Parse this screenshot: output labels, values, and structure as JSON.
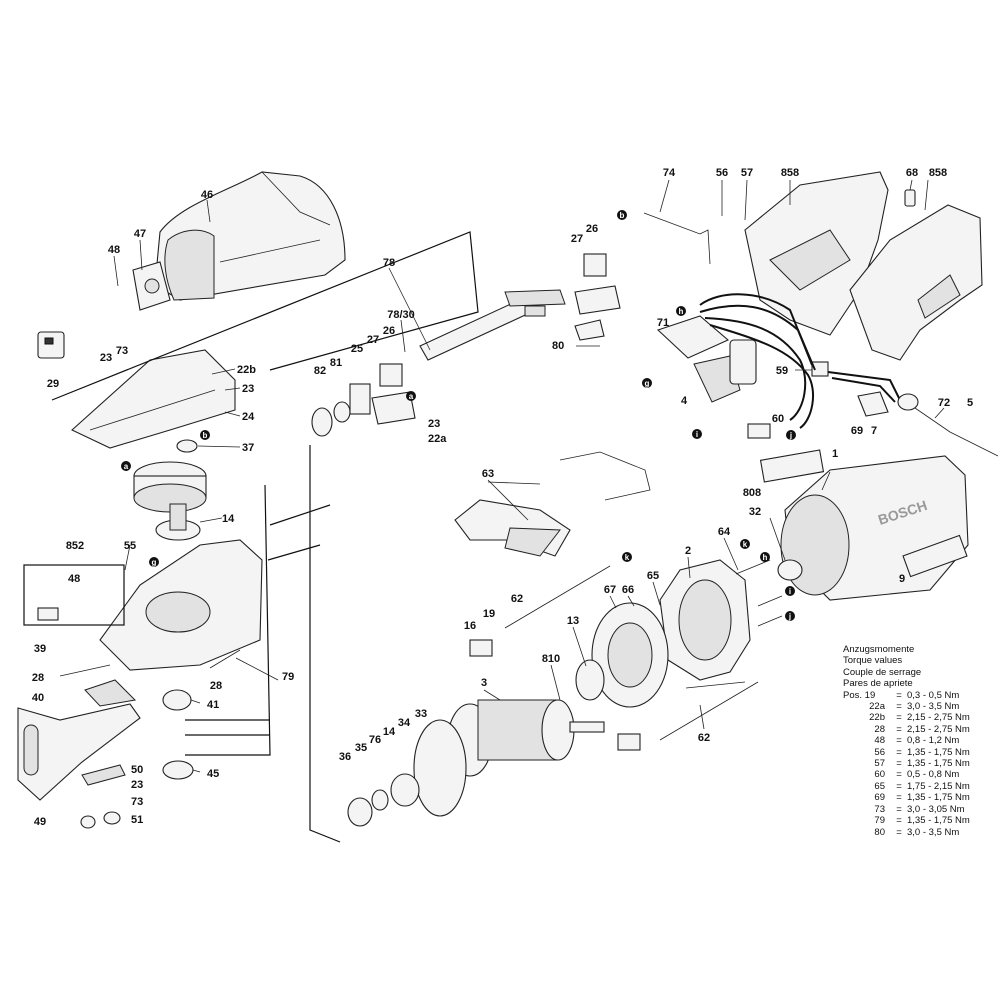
{
  "labels": [
    {
      "id": "46",
      "text": "46"
    },
    {
      "id": "47",
      "text": "47"
    },
    {
      "id": "48a",
      "text": "48"
    },
    {
      "id": "23a",
      "text": "23"
    },
    {
      "id": "73a",
      "text": "73"
    },
    {
      "id": "29",
      "text": "29"
    },
    {
      "id": "78",
      "text": "78"
    },
    {
      "id": "7830",
      "text": "78/30"
    },
    {
      "id": "22b",
      "text": "22b"
    },
    {
      "id": "23b",
      "text": "23"
    },
    {
      "id": "24",
      "text": "24"
    },
    {
      "id": "37",
      "text": "37"
    },
    {
      "id": "82",
      "text": "82"
    },
    {
      "id": "81",
      "text": "81"
    },
    {
      "id": "25",
      "text": "25"
    },
    {
      "id": "27a",
      "text": "27"
    },
    {
      "id": "26a",
      "text": "26"
    },
    {
      "id": "23c",
      "text": "23"
    },
    {
      "id": "22a",
      "text": "22a"
    },
    {
      "id": "27b",
      "text": "27"
    },
    {
      "id": "26b",
      "text": "26"
    },
    {
      "id": "80",
      "text": "80"
    },
    {
      "id": "74",
      "text": "74"
    },
    {
      "id": "56",
      "text": "56"
    },
    {
      "id": "57",
      "text": "57"
    },
    {
      "id": "858a",
      "text": "858"
    },
    {
      "id": "68",
      "text": "68"
    },
    {
      "id": "858b",
      "text": "858"
    },
    {
      "id": "71",
      "text": "71"
    },
    {
      "id": "4",
      "text": "4"
    },
    {
      "id": "59",
      "text": "59"
    },
    {
      "id": "60",
      "text": "60"
    },
    {
      "id": "69",
      "text": "69"
    },
    {
      "id": "7",
      "text": "7"
    },
    {
      "id": "72",
      "text": "72"
    },
    {
      "id": "5",
      "text": "5"
    },
    {
      "id": "1",
      "text": "1"
    },
    {
      "id": "808",
      "text": "808"
    },
    {
      "id": "32",
      "text": "32"
    },
    {
      "id": "9",
      "text": "9"
    },
    {
      "id": "63",
      "text": "63"
    },
    {
      "id": "64",
      "text": "64"
    },
    {
      "id": "2",
      "text": "2"
    },
    {
      "id": "65",
      "text": "65"
    },
    {
      "id": "66",
      "text": "66"
    },
    {
      "id": "67",
      "text": "67"
    },
    {
      "id": "62a",
      "text": "62"
    },
    {
      "id": "19",
      "text": "19"
    },
    {
      "id": "16",
      "text": "16"
    },
    {
      "id": "13",
      "text": "13"
    },
    {
      "id": "810",
      "text": "810"
    },
    {
      "id": "3",
      "text": "3"
    },
    {
      "id": "62b",
      "text": "62"
    },
    {
      "id": "14a",
      "text": "14"
    },
    {
      "id": "852",
      "text": "852"
    },
    {
      "id": "55",
      "text": "55"
    },
    {
      "id": "48b",
      "text": "48"
    },
    {
      "id": "39",
      "text": "39"
    },
    {
      "id": "28a",
      "text": "28"
    },
    {
      "id": "28b",
      "text": "28"
    },
    {
      "id": "79",
      "text": "79"
    },
    {
      "id": "40",
      "text": "40"
    },
    {
      "id": "41",
      "text": "41"
    },
    {
      "id": "45",
      "text": "45"
    },
    {
      "id": "50",
      "text": "50"
    },
    {
      "id": "23d",
      "text": "23"
    },
    {
      "id": "73b",
      "text": "73"
    },
    {
      "id": "51",
      "text": "51"
    },
    {
      "id": "49",
      "text": "49"
    },
    {
      "id": "36",
      "text": "36"
    },
    {
      "id": "35",
      "text": "35"
    },
    {
      "id": "76",
      "text": "76"
    },
    {
      "id": "14b",
      "text": "14"
    },
    {
      "id": "34",
      "text": "34"
    },
    {
      "id": "33",
      "text": "33"
    }
  ],
  "markers": [
    {
      "id": "a1",
      "text": "a"
    },
    {
      "id": "a2",
      "text": "a"
    },
    {
      "id": "b1",
      "text": "b"
    },
    {
      "id": "b2",
      "text": "b"
    },
    {
      "id": "g1",
      "text": "g"
    },
    {
      "id": "g2",
      "text": "g"
    },
    {
      "id": "h1",
      "text": "h"
    },
    {
      "id": "h2",
      "text": "h"
    },
    {
      "id": "i1",
      "text": "i"
    },
    {
      "id": "i2",
      "text": "i"
    },
    {
      "id": "j1",
      "text": "j"
    },
    {
      "id": "j2",
      "text": "j"
    },
    {
      "id": "k1",
      "text": "k"
    },
    {
      "id": "k2",
      "text": "k"
    }
  ],
  "housing_brand": "BOSCH",
  "torque": {
    "headings": [
      "Anzugsmomente",
      "Torque values",
      "Couple de serrage",
      "Pares de apriete"
    ],
    "pos_label": "Pos.",
    "rows": [
      {
        "pos": "19",
        "sep": "=",
        "value": "0,3 - 0,5 Nm"
      },
      {
        "pos": "22a",
        "sep": "=",
        "value": "3,0 - 3,5 Nm"
      },
      {
        "pos": "22b",
        "sep": "=",
        "value": "2,15 - 2,75 Nm"
      },
      {
        "pos": "28",
        "sep": "=",
        "value": "2,15 - 2,75 Nm"
      },
      {
        "pos": "48",
        "sep": "=",
        "value": "0,8 - 1,2 Nm"
      },
      {
        "pos": "56",
        "sep": "=",
        "value": "1,35 - 1,75 Nm"
      },
      {
        "pos": "57",
        "sep": "=",
        "value": "1,35 - 1,75 Nm"
      },
      {
        "pos": "60",
        "sep": "=",
        "value": "0,5 - 0,8 Nm"
      },
      {
        "pos": "65",
        "sep": "=",
        "value": "1,75 - 2,15 Nm"
      },
      {
        "pos": "69",
        "sep": "=",
        "value": "1,35 - 1,75 Nm"
      },
      {
        "pos": "73",
        "sep": "=",
        "value": "3,0 - 3,05 Nm"
      },
      {
        "pos": "79",
        "sep": "=",
        "value": "1,35 - 1,75 Nm"
      },
      {
        "pos": "80",
        "sep": "=",
        "value": "3,0 - 3,5 Nm"
      }
    ]
  }
}
